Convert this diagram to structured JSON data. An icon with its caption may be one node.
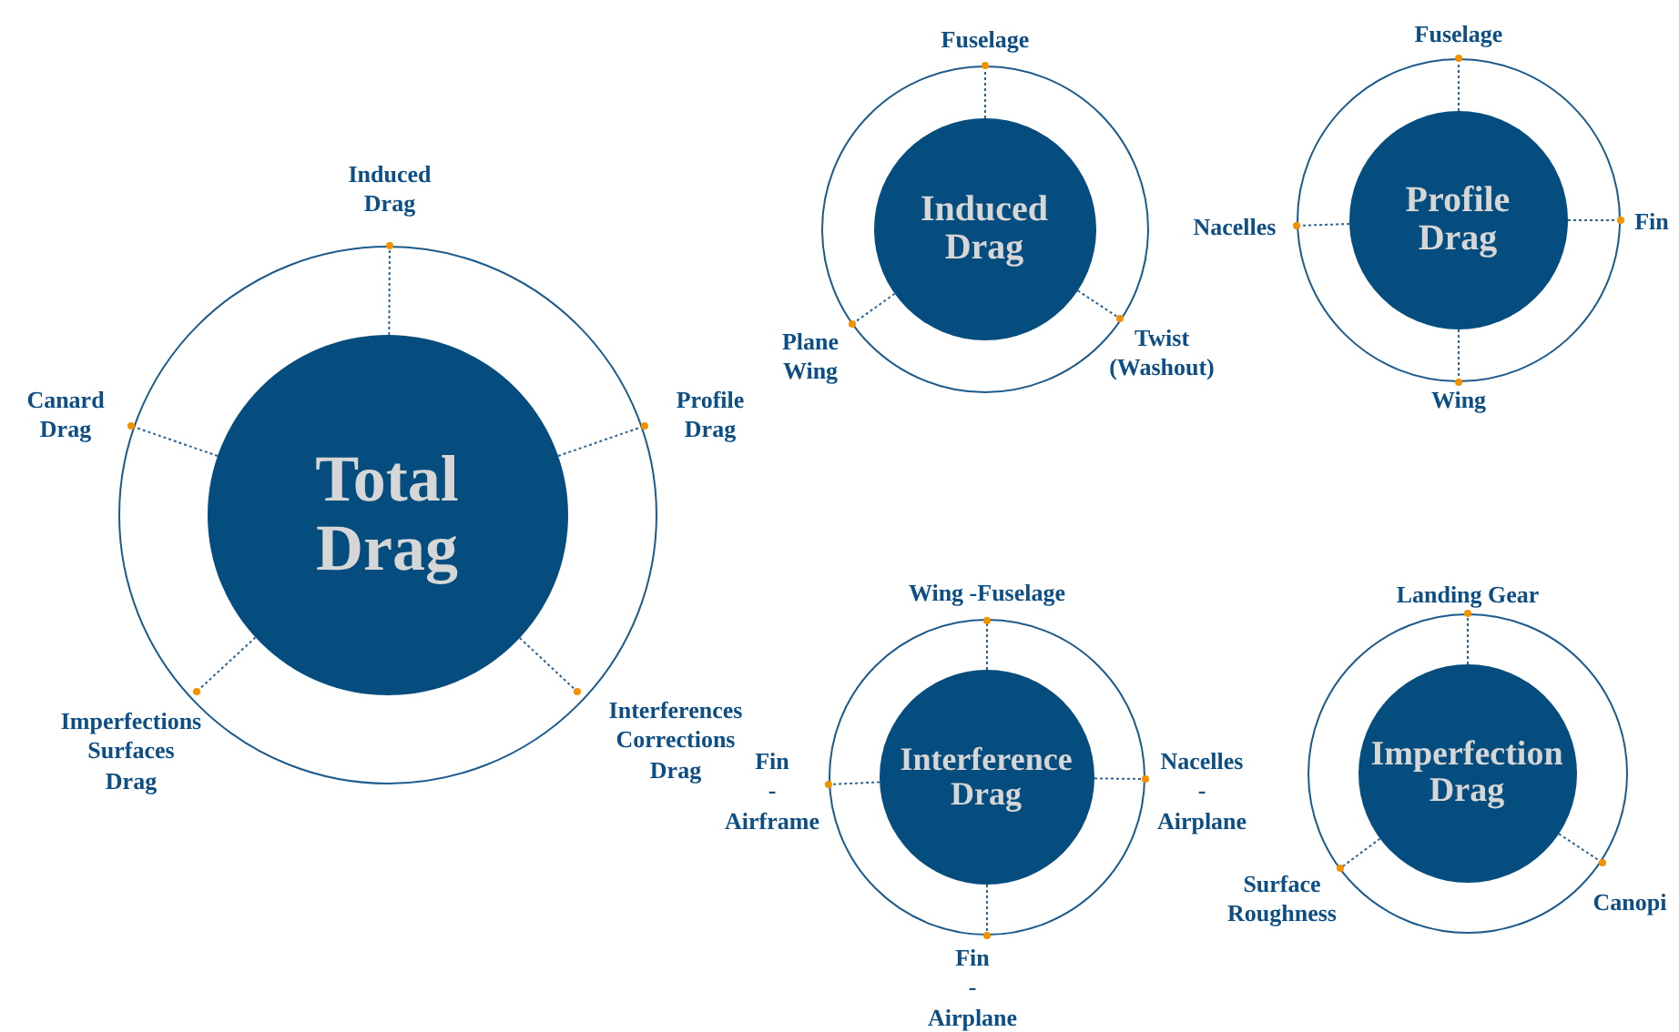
{
  "diagram": {
    "nodes": [
      {
        "text": [],
        "shape": "circle"
      },
      {
        "text": [
          "Total Drag"
        ],
        "in": 0
      },
      {
        "text": [
          "Induced Drag"
        ]
      },
      {
        "text": [
          "Canard Drag"
        ]
      },
      {
        "text": [
          "Profile Drag"
        ]
      },
      {
        "text": [
          "Imperfections Surfaces Drag"
        ]
      },
      {
        "text": [
          "Interferences Corrections Drag"
        ]
      },
      {
        "text": [],
        "shape": "circle"
      },
      {
        "text": [
          "Induced Drag"
        ],
        "in": 7
      },
      {
        "text": [
          "Fuselage"
        ]
      },
      {
        "text": [
          "Plane Wing"
        ]
      },
      {
        "text": [
          "Twist (Washout)"
        ]
      },
      {
        "text": [],
        "shape": "circle"
      },
      {
        "text": [
          "Profile Drag"
        ],
        "in": 12
      },
      {
        "text": [
          "Fuselage"
        ]
      },
      {
        "text": [
          "Nacelles"
        ]
      },
      {
        "text": [
          "Fin"
        ]
      },
      {
        "text": [
          "Wing"
        ]
      },
      {
        "text": [],
        "shape": "circle"
      },
      {
        "text": [
          "Interference Drag"
        ],
        "in": 18
      },
      {
        "text": [
          "Wing -Fuselage"
        ]
      },
      {
        "text": [
          "Fin - Airframe"
        ]
      },
      {
        "text": [
          "Nacelles - Airplane"
        ]
      },
      {
        "text": [
          "Fin - Airplane"
        ]
      },
      {
        "text": [],
        "shape": "circle"
      },
      {
        "text": [
          "Imperfection Drag"
        ],
        "in": 24
      },
      {
        "text": [
          "Landing Gear"
        ]
      },
      {
        "text": [
          "Surface Roughness"
        ]
      },
      {
        "text": [
          "Canopi"
        ]
      }
    ],
    "edges": [
      {
        "from": 1,
        "to": 2,
        "arrow": "other"
      },
      {
        "from": 1,
        "to": 3,
        "arrow": "other"
      },
      {
        "from": 1,
        "to": 4,
        "arrow": "other"
      },
      {
        "from": 1,
        "to": 5,
        "arrow": "other"
      },
      {
        "from": 1,
        "to": 6,
        "arrow": "other"
      },
      {
        "from": 8,
        "to": 9,
        "arrow": "other"
      },
      {
        "from": 8,
        "to": 10,
        "arrow": "other"
      },
      {
        "from": 8,
        "to": 11,
        "arrow": "other"
      },
      {
        "from": 13,
        "to": 14,
        "arrow": "other"
      },
      {
        "from": 13,
        "to": 15,
        "arrow": "other"
      },
      {
        "from": 13,
        "to": 16,
        "arrow": "other"
      },
      {
        "from": 13,
        "to": 17,
        "arrow": "other"
      },
      {
        "from": 19,
        "to": 20,
        "arrow": "other"
      },
      {
        "from": 19,
        "to": 21,
        "arrow": "other"
      },
      {
        "from": 19,
        "to": 22,
        "arrow": "other"
      },
      {
        "from": 19,
        "to": 23,
        "arrow": "other"
      },
      {
        "from": 25,
        "to": 26,
        "arrow": "other"
      },
      {
        "from": 25,
        "to": 27,
        "arrow": "other"
      },
      {
        "from": 25,
        "to": 28,
        "arrow": "other"
      }
    ]
  }
}
